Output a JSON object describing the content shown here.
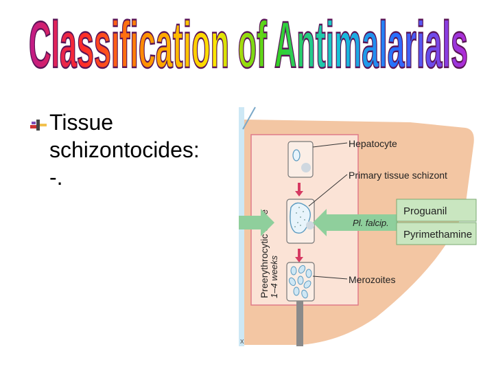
{
  "slide": {
    "title": "Classification of Antimalarials",
    "bullet_lines": [
      "Tissue",
      "schizontocides:",
      "-."
    ]
  },
  "figure": {
    "labels": {
      "hepatocyte": "Hepatocyte",
      "primary_schizont": "Primary tissue schizont",
      "merozoites": "Merozoites",
      "pl_falcip": "Pl. falcip.",
      "cycle_line1": "Preerythrocytic cycle",
      "cycle_line2": "1–4 weeks",
      "corner_mark": "x"
    },
    "drugs": [
      "Proguanil",
      "Pyrimethamine"
    ]
  },
  "colors": {
    "liver": "#f3c6a3",
    "panel": "#fbe3d6",
    "drug_box": "#c9e6c0",
    "arrow_green": "#8fcf9c",
    "arrow_red": "#d63a62",
    "cell_blue": "#9ad0e6"
  }
}
